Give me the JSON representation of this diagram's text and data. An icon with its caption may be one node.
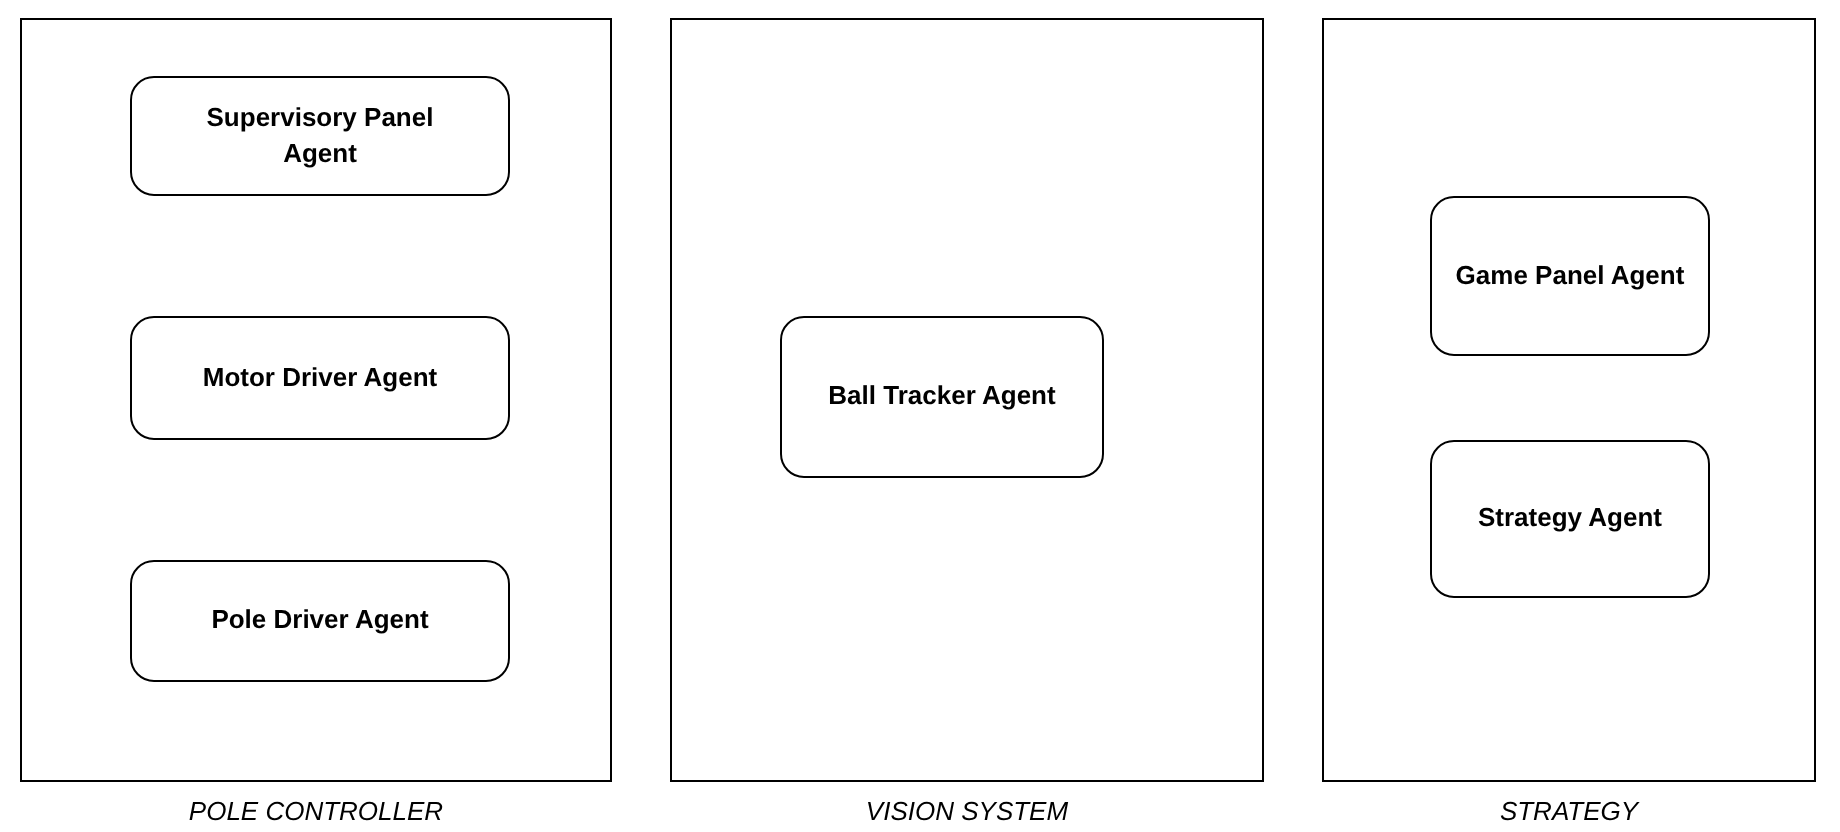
{
  "diagram": {
    "nodes": [
      {
        "text": [
          "POLE CONTROLLER"
        ]
      },
      {
        "text": [
          "Supervisory Panel Agent"
        ],
        "in": 0
      },
      {
        "text": [
          "Motor Driver Agent"
        ],
        "in": 0
      },
      {
        "text": [
          "Pole Driver Agent"
        ],
        "in": 0
      },
      {
        "text": [
          "VISION SYSTEM"
        ]
      },
      {
        "text": [
          "Ball Tracker Agent"
        ],
        "in": 4
      },
      {
        "text": [
          "STRATEGY"
        ]
      },
      {
        "text": [
          "Game Panel Agent"
        ],
        "in": 6
      },
      {
        "text": [
          "Strategy Agent"
        ],
        "in": 6
      }
    ],
    "edges": []
  }
}
